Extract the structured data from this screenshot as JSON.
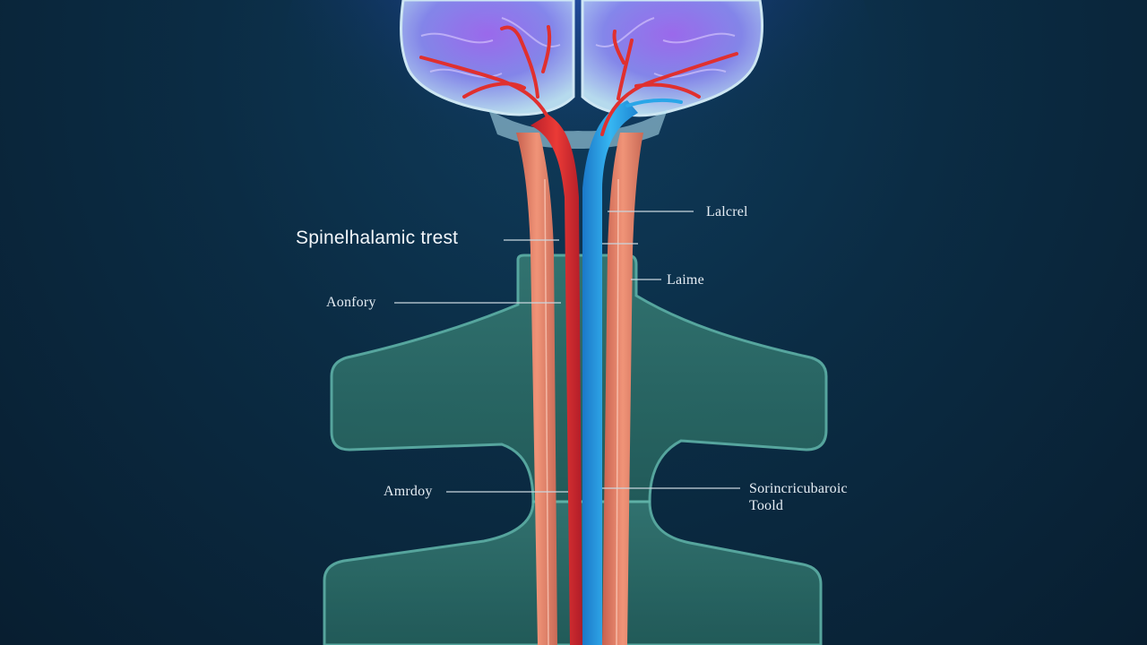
{
  "labels": {
    "spinothalamic": "Spinelhalamic trest",
    "anterior_upper": "Aonfory",
    "anterior_lower": "Amrdoy",
    "lateral": "Lalcrel",
    "lamina": "Laime",
    "spinoreticular_line1": "Sorincricubaroic",
    "spinoreticular_line2": "Toold"
  },
  "colors": {
    "background": "#0b2c44",
    "brain": "#7e8cf0",
    "vertebra": "#2c6e68",
    "red_tract": "#e0302f",
    "blue_tract": "#2aa6e8",
    "salmon_tract": "#e0806a",
    "leader_line": "#c9d6de"
  }
}
